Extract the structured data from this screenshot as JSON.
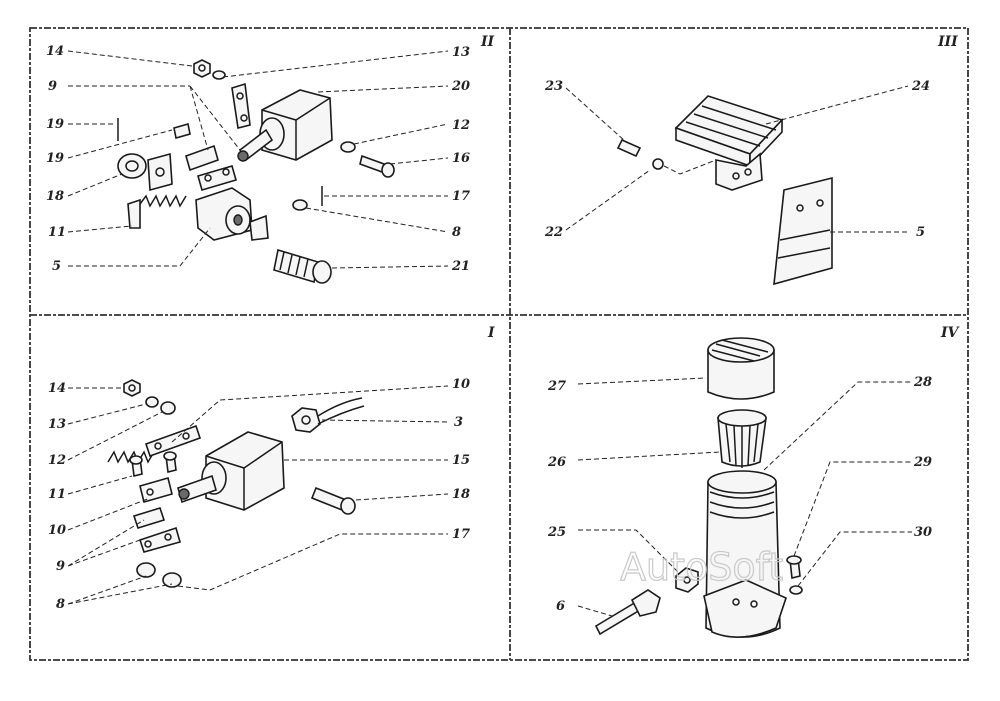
{
  "watermark": "AutoSoft",
  "panels": [
    {
      "id": "II",
      "callouts": [
        "14",
        "13",
        "9",
        "20",
        "19",
        "12",
        "19",
        "16",
        "18",
        "17",
        "11",
        "8",
        "5",
        "21"
      ]
    },
    {
      "id": "III",
      "callouts": [
        "23",
        "24",
        "22",
        "5"
      ]
    },
    {
      "id": "I",
      "callouts": [
        "14",
        "10",
        "13",
        "3",
        "12",
        "15",
        "11",
        "18",
        "10",
        "9",
        "17",
        "8"
      ]
    },
    {
      "id": "IV",
      "callouts": [
        "27",
        "28",
        "26",
        "29",
        "25",
        "30",
        "6"
      ]
    }
  ]
}
